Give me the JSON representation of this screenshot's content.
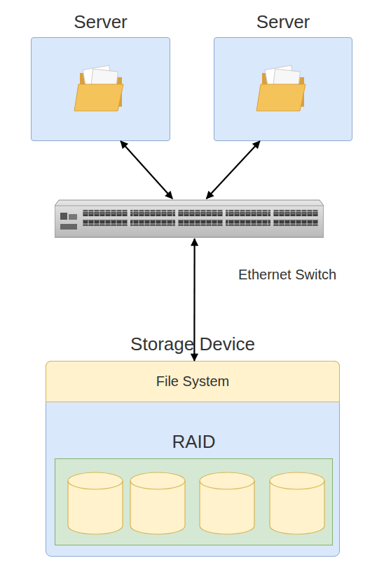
{
  "diagram": {
    "nodes": [
      {
        "text": [
          "Server"
        ]
      },
      {
        "text": [
          "Server"
        ]
      },
      {
        "text": [
          "Ethernet Switch"
        ]
      },
      {
        "text": [
          "Storage Device"
        ]
      },
      {
        "text": [
          "File System"
        ],
        "in": 3
      },
      {
        "text": [
          "RAID"
        ],
        "in": 3
      }
    ],
    "edges": [
      {
        "from": 0,
        "to": 2,
        "arrow": "both"
      },
      {
        "from": 1,
        "to": 2,
        "arrow": "both"
      },
      {
        "from": 2,
        "to": 3,
        "arrow": "both"
      }
    ]
  }
}
